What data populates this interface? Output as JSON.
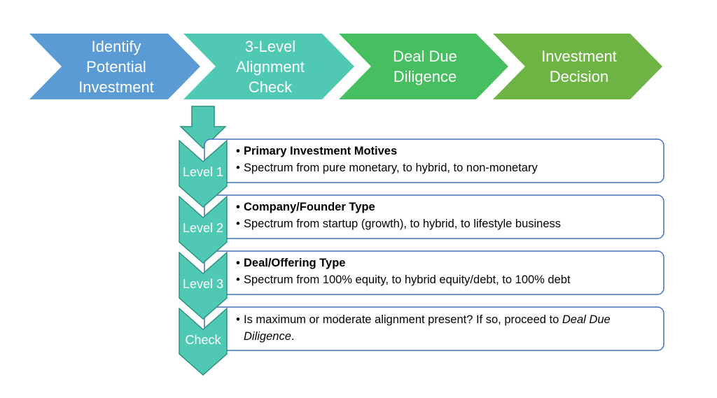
{
  "steps": [
    {
      "lines": [
        "Identify",
        "Potential",
        "Investment"
      ],
      "color": "#5b9bd5"
    },
    {
      "lines": [
        "3-Level",
        "Alignment",
        "Check"
      ],
      "color": "#4fc9b4"
    },
    {
      "lines": [
        "Deal Due",
        "Diligence"
      ],
      "color": "#45bf5f"
    },
    {
      "lines": [
        "Investment",
        "Decision"
      ],
      "color": "#6eb444"
    }
  ],
  "levels": [
    {
      "label": "Level 1",
      "heading": "Primary Investment Motives",
      "detail": "Spectrum from pure monetary, to hybrid, to non-monetary"
    },
    {
      "label": "Level 2",
      "heading": "Company/Founder Type",
      "detail": "Spectrum from startup (growth), to hybrid, to lifestyle business"
    },
    {
      "label": "Level 3",
      "heading": "Deal/Offering Type",
      "detail": "Spectrum from 100% equity, to hybrid equity/debt, to 100% debt"
    },
    {
      "label": "Check",
      "text_before": "Is maximum or moderate alignment present? If so, proceed to ",
      "text_italic": "Deal Due Diligence",
      "text_after": "."
    }
  ],
  "colors": {
    "level_chevron": "#4fc9b4",
    "chevron_outline": "#2f8f80",
    "box_border": "#4472c4"
  }
}
